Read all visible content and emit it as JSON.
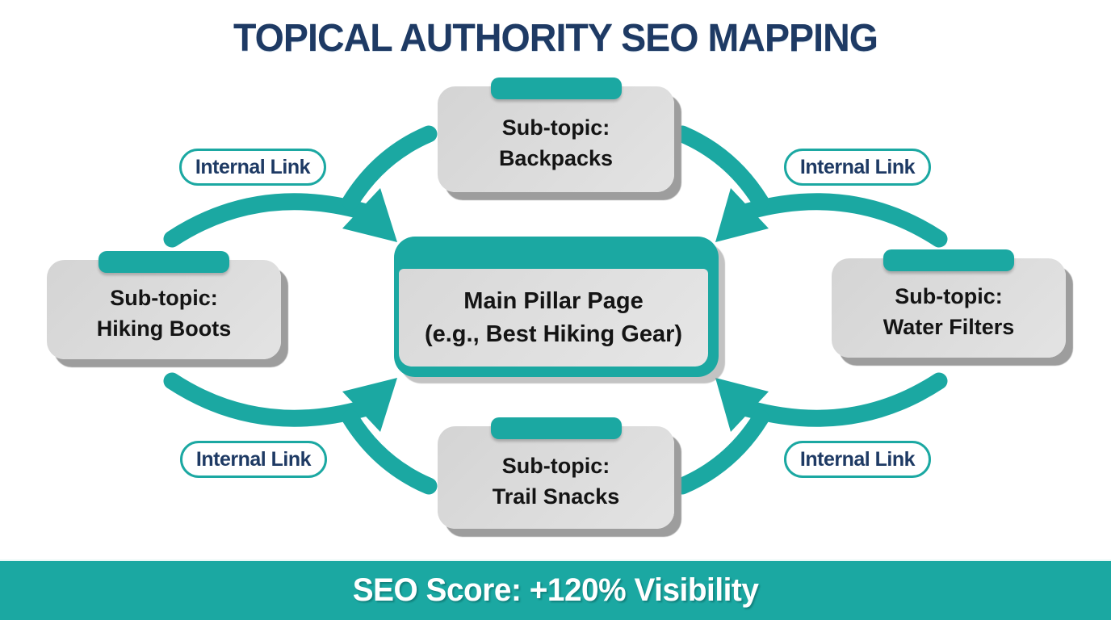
{
  "title": "TOPICAL AUTHORITY SEO MAPPING",
  "colors": {
    "teal": "#1BA8A2",
    "navy": "#1E3A64",
    "box_gray": "#D9D9D9",
    "shadow_gray": "#9D9D9D",
    "text_black": "#141414",
    "white": "#FFFFFF"
  },
  "pillar": {
    "line1": "Main Pillar Page",
    "line2": "(e.g., Best Hiking Gear)"
  },
  "subtopics": {
    "top": {
      "line1": "Sub-topic:",
      "line2": "Backpacks"
    },
    "left": {
      "line1": "Sub-topic:",
      "line2": "Hiking Boots"
    },
    "right": {
      "line1": "Sub-topic:",
      "line2": "Water Filters"
    },
    "bottom": {
      "line1": "Sub-topic:",
      "line2": "Trail Snacks"
    }
  },
  "links": {
    "top_left": "Internal Link",
    "top_right": "Internal Link",
    "bottom_left": "Internal Link",
    "bottom_right": "Internal Link"
  },
  "footer": {
    "text": "SEO Score: +120% Visibility"
  }
}
